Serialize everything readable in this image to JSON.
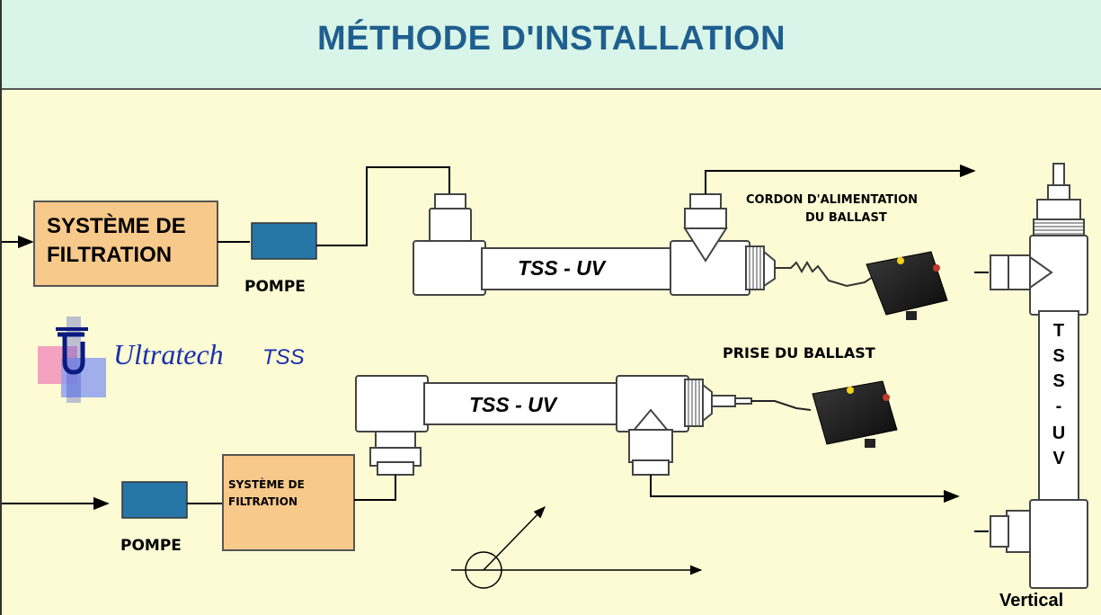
{
  "title": "MÉTHODE D'INSTALLATION",
  "top_row": {
    "filtration": [
      "SYSTÈME DE",
      "FILTRATION"
    ],
    "pump": "POMPE",
    "uv_unit": "TSS - UV",
    "power_cord": [
      "CORDON D'ALIMENTATION",
      "DU BALLAST"
    ]
  },
  "logo": {
    "brand": "Ultratech",
    "suffix": "TSS"
  },
  "bottom_row": {
    "plug": "PRISE DU BALLAST",
    "uv_unit": "TSS - UV",
    "filtration": [
      "SYSTÈME DE",
      "FILTRATION"
    ],
    "pump": "POMPE"
  },
  "vertical_unit": {
    "letters": [
      "T",
      "S",
      "S",
      "-",
      "U",
      "V"
    ],
    "caption": "Vertical"
  },
  "colors": {
    "background": "#fdfbd4",
    "header": "#d9f4e8",
    "title": "#1f5f8f",
    "filtration_box": "#f7c98a",
    "pump_box": "#2676a8",
    "brand": "#1a2fb0"
  }
}
